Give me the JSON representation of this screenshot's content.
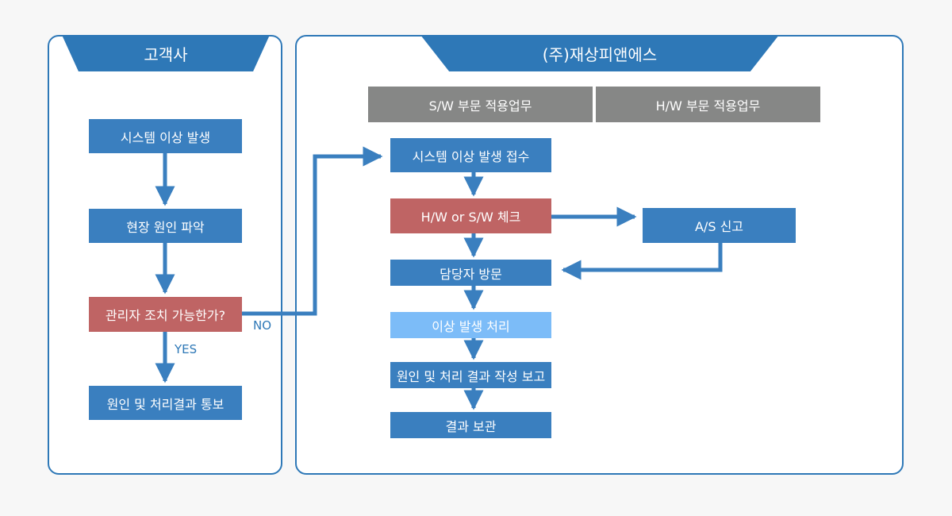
{
  "customer": {
    "title": "고객사",
    "steps": [
      "시스템 이상 발생",
      "현장 원인 파악",
      "관리자 조치 가능한가?",
      "원인 및 처리결과 통보"
    ],
    "yes_label": "YES",
    "no_label": "NO"
  },
  "company": {
    "title": "(주)재상피앤에스",
    "categories": [
      "S/W 부문 적용업무",
      "H/W 부문 적용업무"
    ],
    "steps": [
      "시스템 이상 발생 접수",
      "H/W or S/W 체크",
      "담당자 방문",
      "이상 발생 처리",
      "원인 및 처리 결과 작성 보고",
      "결과 보관"
    ],
    "as_report": "A/S 신고"
  },
  "colors": {
    "border": "#2e78b7",
    "step": "#3a7fbf",
    "decision": "#bf6464",
    "highlight": "#7cbcf8",
    "category": "#868786",
    "arrow": "#3a7fbf"
  }
}
